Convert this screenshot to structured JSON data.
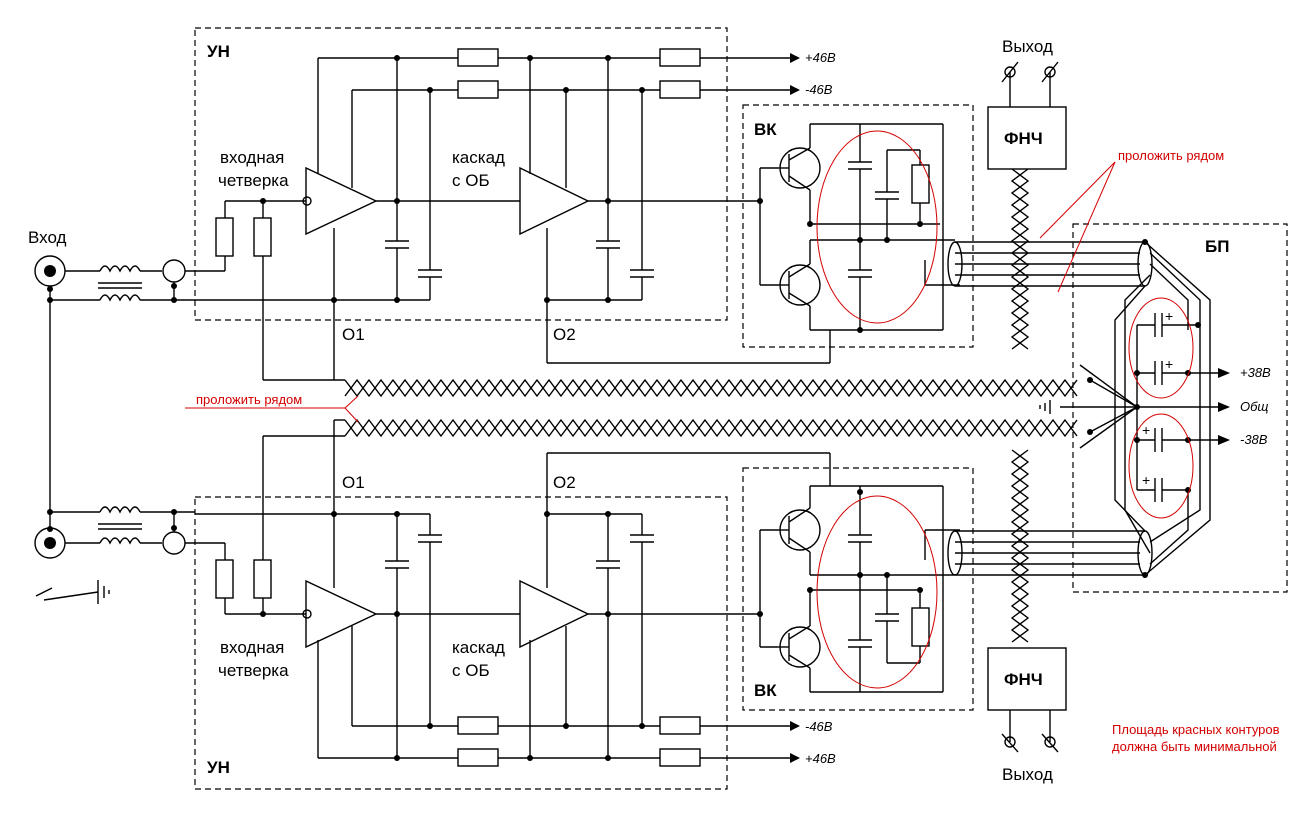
{
  "labels": {
    "input": "Вход",
    "output_top": "Выход",
    "output_bottom": "Выход",
    "un_top": "УН",
    "un_bottom": "УН",
    "vk_top": "ВК",
    "vk_bottom": "ВК",
    "fnch_top": "ФНЧ",
    "fnch_bottom": "ФНЧ",
    "bp": "БП",
    "input_quad_top_1": "входная",
    "input_quad_top_2": "четверка",
    "input_quad_bottom_1": "входная",
    "input_quad_bottom_2": "четверка",
    "cascade_top_1": "каскад",
    "cascade_top_2": "с ОБ",
    "cascade_bottom_1": "каскад",
    "cascade_bottom_2": "с ОБ",
    "o1_top": "O1",
    "o2_top": "O2",
    "o1_bottom": "O1",
    "o2_bottom": "O2"
  },
  "rails": {
    "top_plus": "+46В",
    "top_minus": "-46В",
    "bottom_minus": "-46В",
    "bottom_plus": "+46В",
    "psu_plus": "+38В",
    "psu_common": "Общ",
    "psu_minus": "-38В"
  },
  "notes": {
    "route_together_top": "проложить рядом",
    "route_together_left": "проложить рядом",
    "area_note_1": "Площадь красных контуров",
    "area_note_2": "должна быть минимальной"
  },
  "colors": {
    "wire": "#000000",
    "annotation": "#d40000"
  }
}
